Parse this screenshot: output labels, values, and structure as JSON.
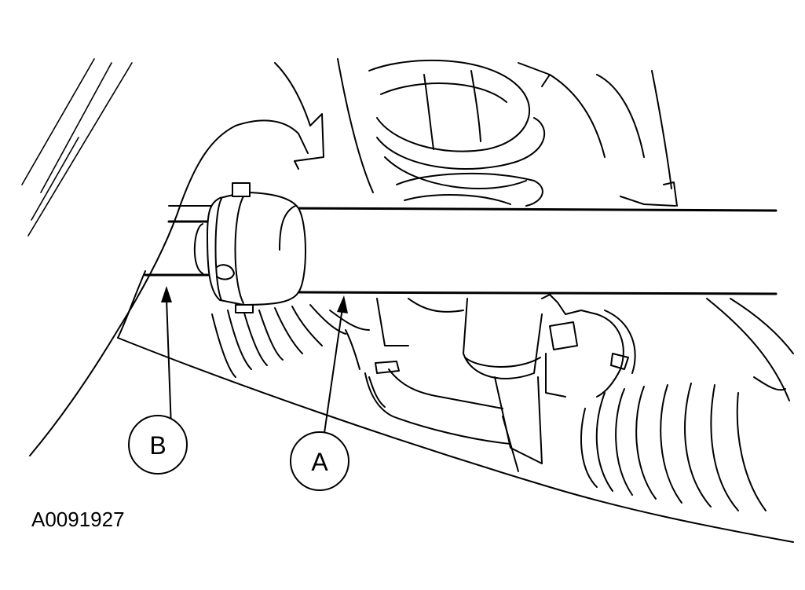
{
  "figure": {
    "id_label": "A0091927"
  },
  "callouts": [
    {
      "letter": "A"
    },
    {
      "letter": "B"
    }
  ],
  "colors": {
    "line": "#000000",
    "background": "#ffffff"
  }
}
